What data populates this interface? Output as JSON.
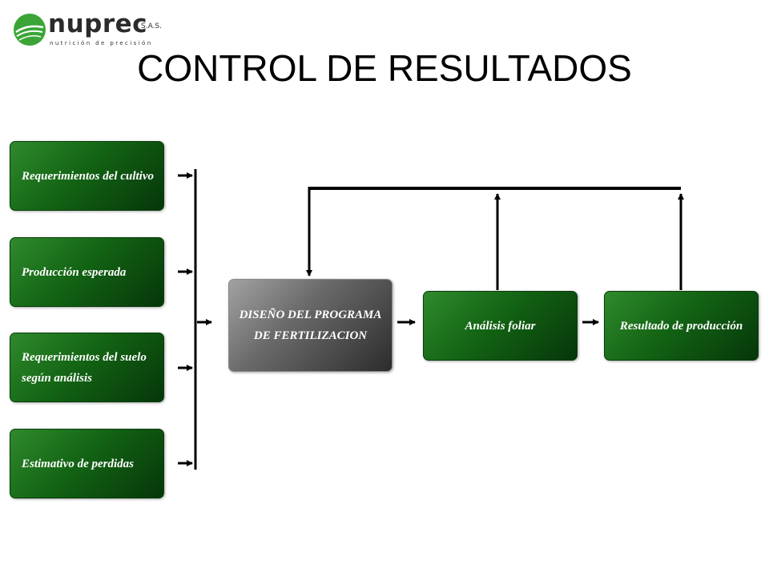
{
  "logo": {
    "name": "nuprec",
    "suffix": "S.A.S.",
    "tagline": "nutrición de precisión",
    "colors": {
      "green": "#3aa536",
      "text": "#2b2b2b"
    }
  },
  "title": "CONTROL DE RESULTADOS",
  "inputs": [
    {
      "label": "Requerimientos del cultivo"
    },
    {
      "label": "Producción esperada"
    },
    {
      "label": "Requerimientos del suelo según análisis"
    },
    {
      "label": "Estimativo de perdidas"
    }
  ],
  "program": {
    "label": "DISEÑO DEL PROGRAMA DE FERTILIZACION"
  },
  "analysis": {
    "label": "Análisis foliar"
  },
  "result": {
    "label": "Resultado de producción"
  },
  "colors": {
    "box_green": "#136414",
    "box_gray": "#6a6a6a",
    "arrow": "#000000"
  }
}
